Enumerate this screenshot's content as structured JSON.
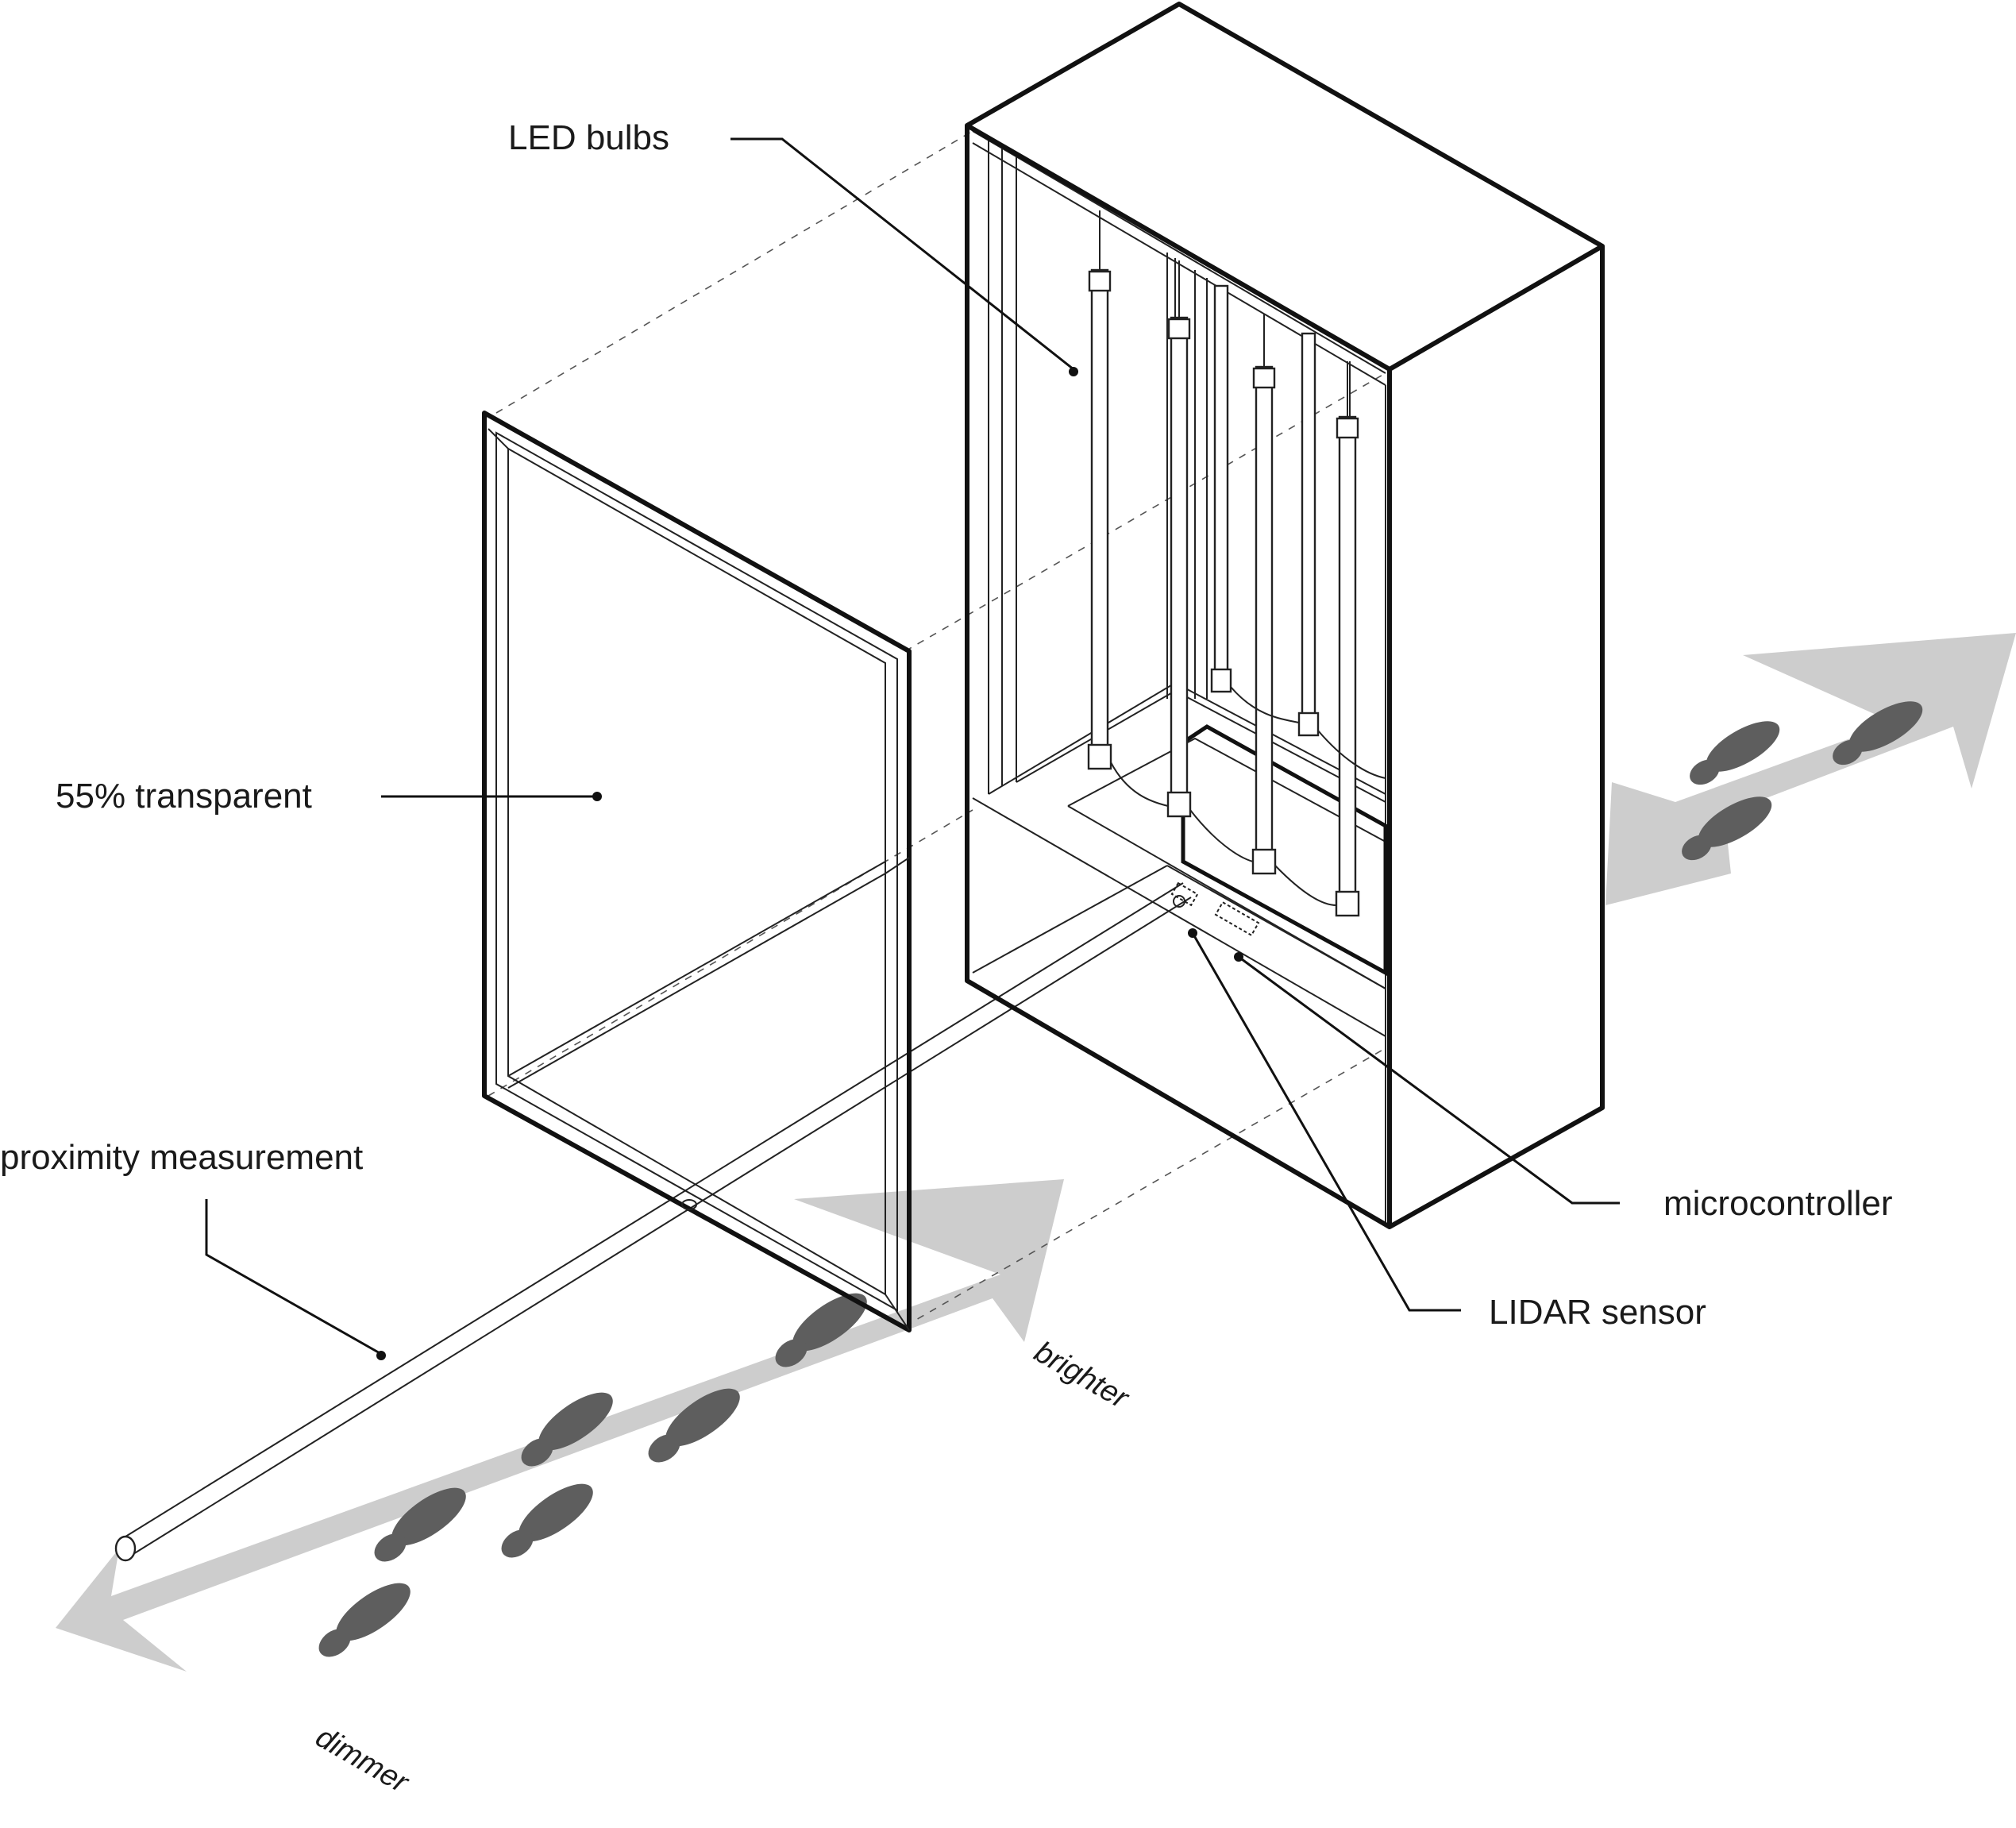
{
  "labels": {
    "led_bulbs": "LED bulbs",
    "transparent": "55% transparent",
    "proximity": "proximity measurement",
    "microcontroller": "microcontroller",
    "lidar": "LIDAR sensor",
    "brighter": "brighter",
    "dimmer": "dimmer"
  },
  "colors": {
    "arrow": "#cdcdcd",
    "footprint": "#5e5e5e",
    "line": "#111111"
  },
  "icons": {
    "footprint": "footprint-icon",
    "arrow": "double-arrow-icon"
  }
}
